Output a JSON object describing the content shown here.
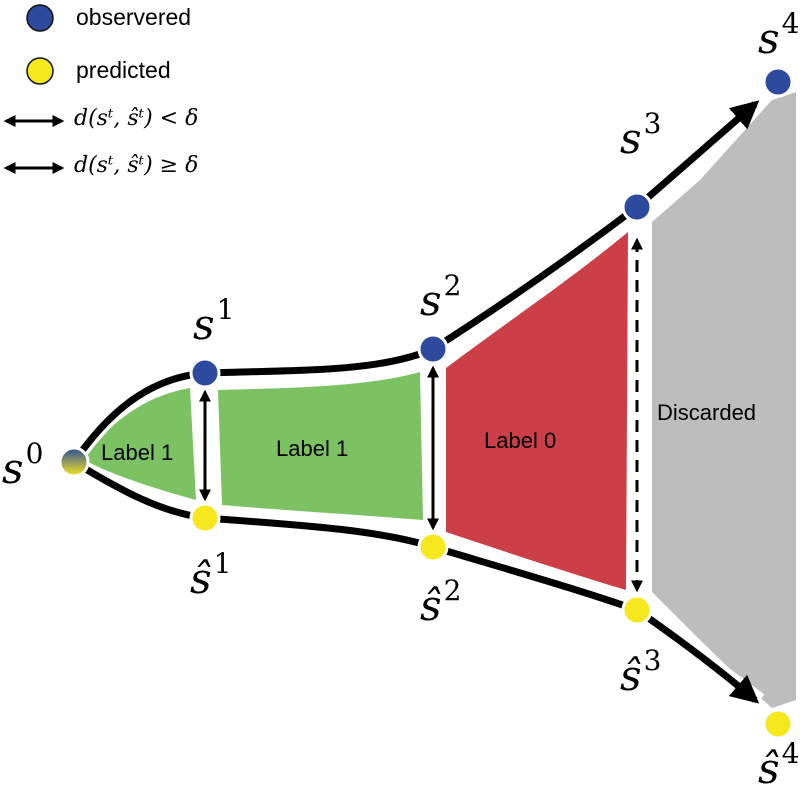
{
  "legend": {
    "observed_label": "observered",
    "predicted_label": "predicted",
    "solid_arrow_label": "d(sᵗ, ŝᵗ) < δ",
    "dashed_arrow_label": "d(sᵗ, ŝᵗ) ≥ δ"
  },
  "regions": {
    "region1_label": "Label 1",
    "region2_label": "Label 1",
    "region3_label": "Label 0",
    "region4_label": "Discarded"
  },
  "nodes": {
    "s0": {
      "base": "s",
      "sup": "0"
    },
    "s1": {
      "base": "s",
      "sup": "1"
    },
    "s2": {
      "base": "s",
      "sup": "2"
    },
    "s3": {
      "base": "s",
      "sup": "3"
    },
    "s4": {
      "base": "s",
      "sup": "4"
    },
    "sh1": {
      "base": "ŝ",
      "sup": "1"
    },
    "sh2": {
      "base": "ŝ",
      "sup": "2"
    },
    "sh3": {
      "base": "ŝ",
      "sup": "3"
    },
    "sh4": {
      "base": "ŝ",
      "sup": "4"
    }
  },
  "colors": {
    "observed": "#2e4a9e",
    "predicted": "#f5e81e",
    "label1_region": "#7cc263",
    "label0_region": "#cc3f46",
    "discarded_region": "#bdbdbd",
    "path": "#000000"
  }
}
